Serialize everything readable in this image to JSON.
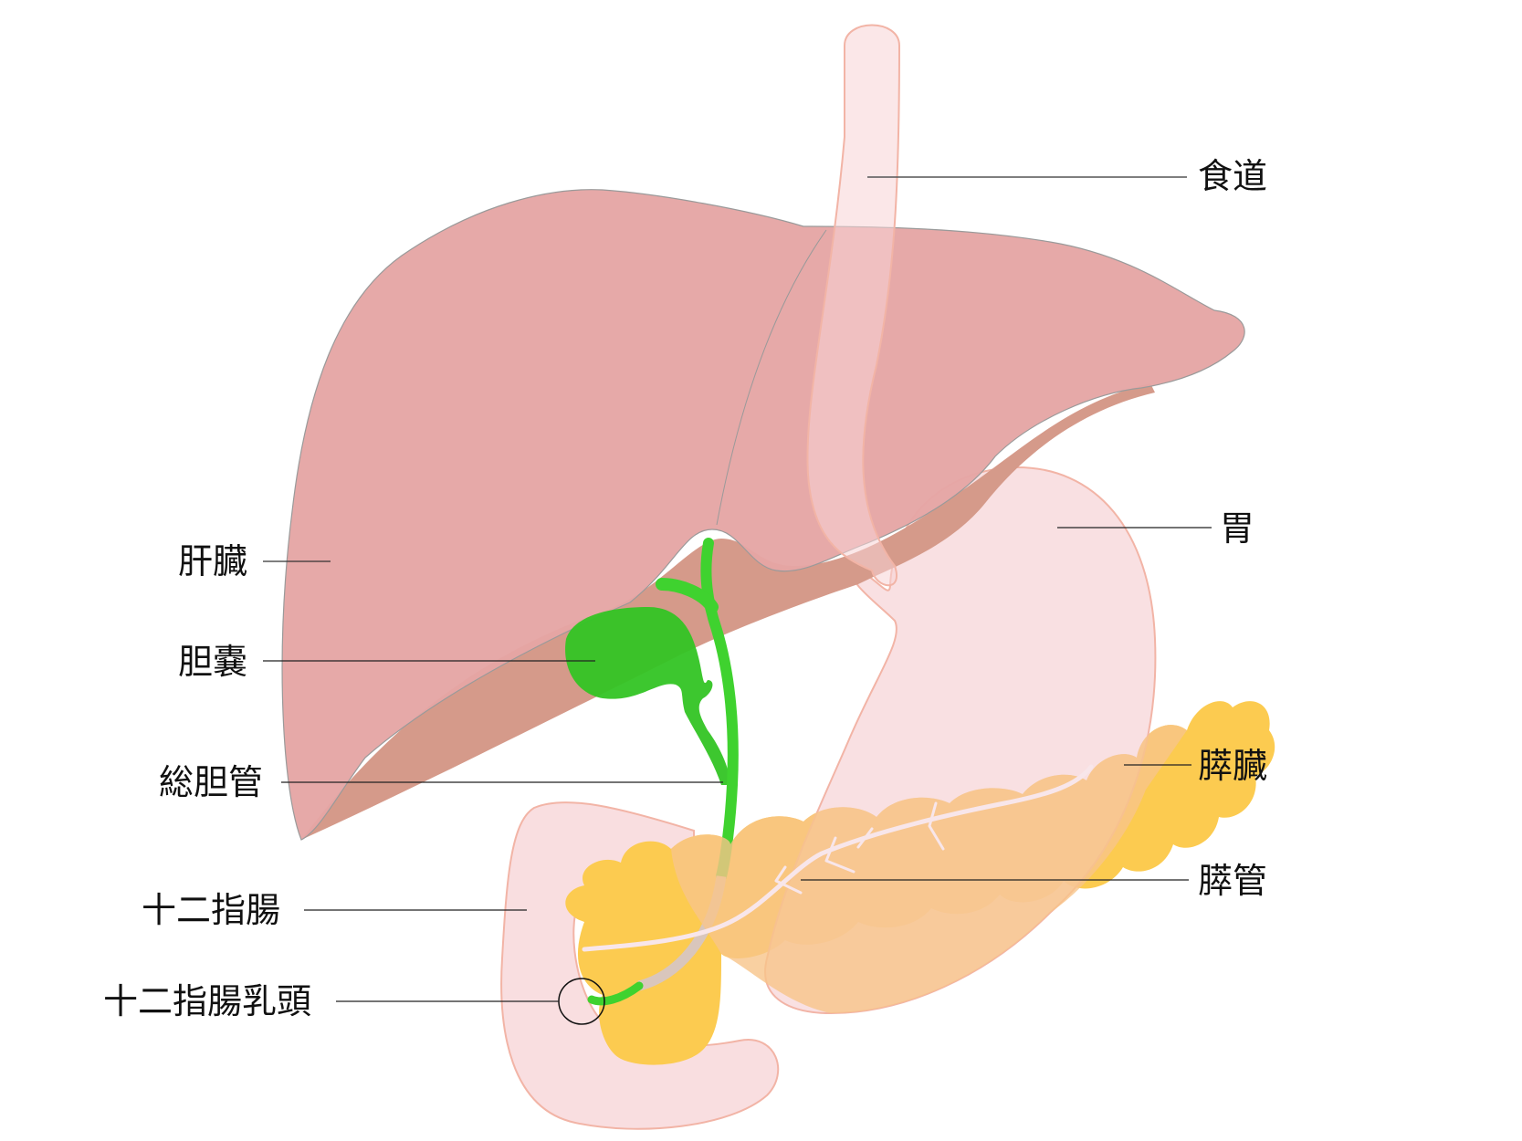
{
  "diagram": {
    "type": "anatomical-illustration",
    "subject": "hepatobiliary and pancreatic organs",
    "colors": {
      "liver": "#e5a5a4",
      "liver_underside": "#d59a8a",
      "liver_outline": "#9a9a9a",
      "esophagus_stomach_duodenum": "#f7d3d5",
      "organ_outline": "#f2b4a6",
      "gallbladder": "#33c424",
      "bile_duct": "#3fd22f",
      "pancreas": "#fccb50",
      "pancreas_overlap": "#f7c48a",
      "pancreatic_duct": "#f8e6ea",
      "leader_line": "#222222"
    }
  },
  "labels": {
    "esophagus": "食道",
    "stomach": "胃",
    "liver": "肝臓",
    "gallbladder": "胆嚢",
    "common_bile_duct": "総胆管",
    "pancreas": "膵臓",
    "pancreatic_duct": "膵管",
    "duodenum": "十二指腸",
    "duodenal_papilla": "十二指腸乳頭"
  }
}
